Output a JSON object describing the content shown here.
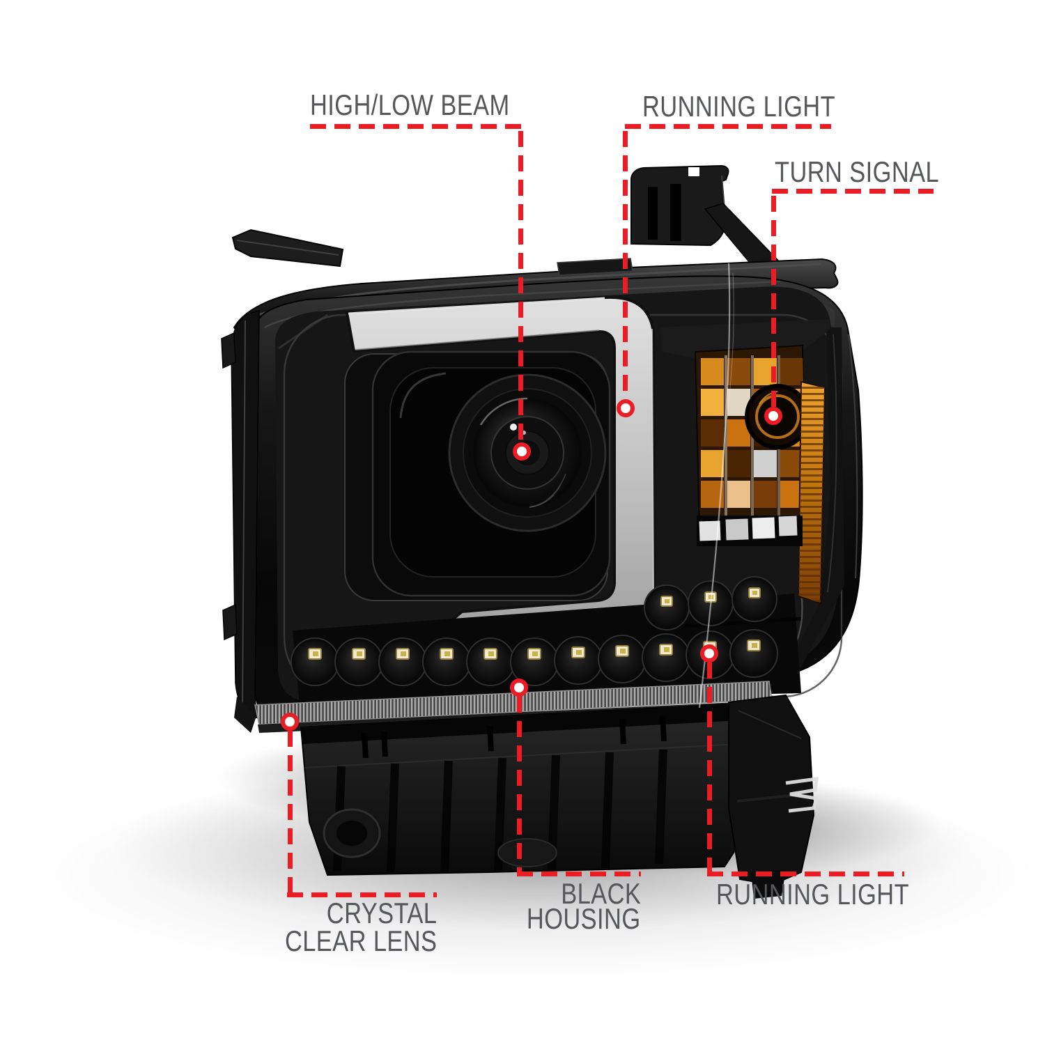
{
  "image": {
    "title": "Headlight feature callout diagram",
    "background_color": "#ffffff"
  },
  "palette": {
    "callout_red": "#ec1c24",
    "label_gray": "#56575b",
    "housing_black": "#0a0a0a",
    "light_bar_gray": "#c9c9c9",
    "turn_signal_amber": "#d98a1f"
  },
  "callouts": {
    "high_low_beam": {
      "label": "HIGH/LOW BEAM"
    },
    "running_light_top": {
      "label": "RUNNING LIGHT"
    },
    "turn_signal": {
      "label": "TURN SIGNAL"
    },
    "crystal_clear_lens": {
      "line1": "CRYSTAL",
      "line2": "CLEAR LENS"
    },
    "black_housing": {
      "line1": "BLACK",
      "line2": "HOUSING"
    },
    "running_light_bottom": {
      "label": "RUNNING LIGHT"
    }
  }
}
